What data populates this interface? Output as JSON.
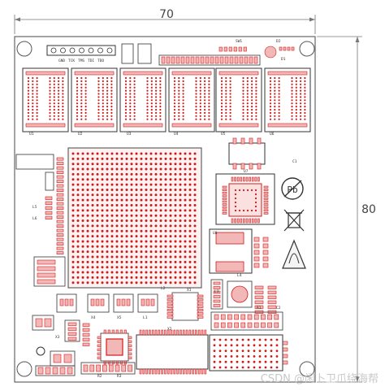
{
  "dimensions": {
    "width_label": "70",
    "height_label": "80"
  },
  "header_pins": {
    "labels": [
      "GND",
      "TCK",
      "TMS",
      "TDI",
      "TDO"
    ]
  },
  "silkscreen": {
    "designators": [
      "U1",
      "U2",
      "U3",
      "U4",
      "U5",
      "U6",
      "U7",
      "U8",
      "X1",
      "X2",
      "X3",
      "X4",
      "X5",
      "L1",
      "L2",
      "L3",
      "L4",
      "L5",
      "L6",
      "C1",
      "C2",
      "R1",
      "R2",
      "R3",
      "D1",
      "D2",
      "SW1"
    ]
  },
  "symbols": {
    "pb_free": "Pb",
    "weee": "recycle-bin",
    "esd": "esd-warning"
  },
  "watermark": "CSDN @闲卜卫爪绕海帮",
  "colors": {
    "board_outline": "#666666",
    "pad": "#d21a1a",
    "pad_fill": "#f2b8b8",
    "silk": "#222222"
  }
}
